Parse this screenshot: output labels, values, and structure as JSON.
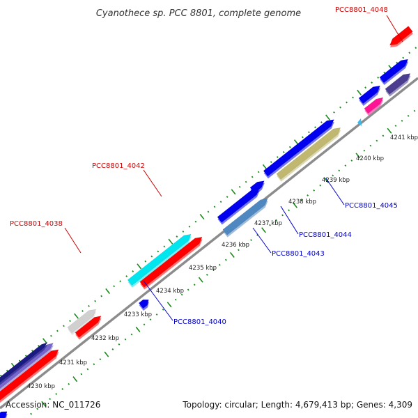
{
  "title": "Cyanothece sp. PCC 8801, complete genome",
  "footer": {
    "accession": "Accession: NC_011726",
    "summary": "Topology: circular; Length: 4,679,413 bp; Genes: 4,309"
  },
  "axis_ticks": [
    "4230 kbp",
    "4231 kbp",
    "4232 kbp",
    "4233 kbp",
    "4234 kbp",
    "4235 kbp",
    "4236 kbp",
    "4237 kbp",
    "4238 kbp",
    "4239 kbp",
    "4240 kbp",
    "4241 kbp"
  ],
  "gene_labels": {
    "g4048": "PCC8801_4048",
    "g4042": "PCC8801_4042",
    "g4038": "PCC8801_4038",
    "g4040": "PCC8801_4040",
    "g4043": "PCC8801_4043",
    "g4044": "PCC8801_4044",
    "g4045": "PCC8801_4045"
  },
  "colors": {
    "backbone": "#8c8c8c",
    "tick_green": "#1a8a1a",
    "label_red": "#cc0000",
    "label_blue": "#0000cc",
    "red": "#ff0000",
    "blue": "#0000ee",
    "navy": "#1a1a80",
    "purple": "#7766cc",
    "cyan": "#00e5ee",
    "steelblue": "#4f87c0",
    "khaki": "#c0b870",
    "magenta": "#ff1493",
    "slate": "#4b3d8f",
    "lightgray": "#d0d0d0",
    "skyblue": "#3ab8f0"
  }
}
